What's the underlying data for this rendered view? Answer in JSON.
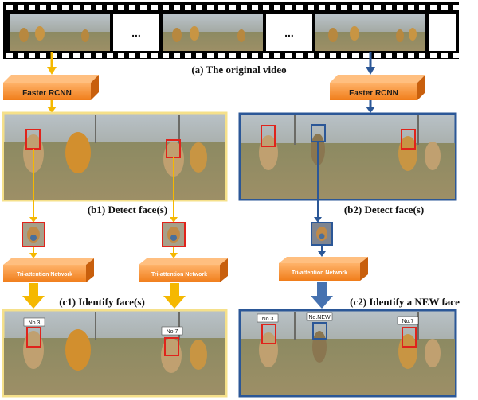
{
  "captions": {
    "original_video": "(a) The original video",
    "detect_b1": "(b1) Detect face(s)",
    "detect_b2": "(b2) Detect face(s)",
    "identify_c1": "(c1) Identify face(s)",
    "identify_c2": "(c2) Identify a NEW face"
  },
  "filmstrip": {
    "ellipsis_1": "...",
    "ellipsis_2": "..."
  },
  "detector": {
    "left_label": "Faster RCNN",
    "right_label": "Faster RCNN"
  },
  "network": {
    "left_1_label": "Tri-attention Network",
    "left_2_label": "Tri-attention Network",
    "right_label": "Tri-attention Network"
  },
  "id_tags": {
    "c1_left": "No.3",
    "c1_right": "No.7",
    "c2_left": "No.3",
    "c2_new": "No.NEW",
    "c2_right": "No.7"
  },
  "colors": {
    "yellow_branch": "#f5b800",
    "blue_branch": "#2b5797",
    "orange_box": "#f07d1a",
    "face_box": "#e0231b"
  }
}
